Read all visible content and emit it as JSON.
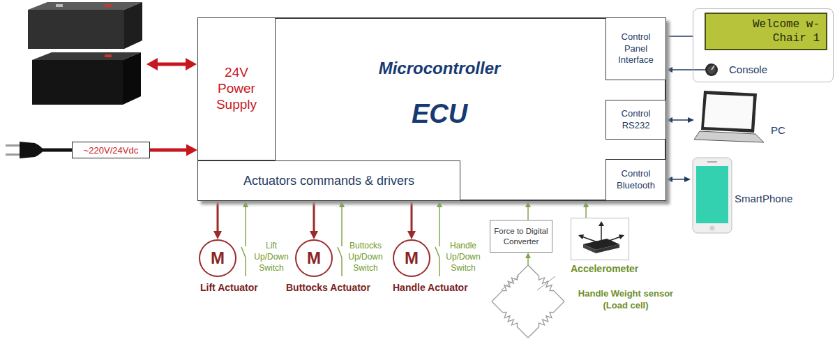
{
  "diagram": {
    "nodes": [
      {
        "text": [
          "Microcontroller",
          "ECU"
        ]
      },
      {
        "text": [
          "24V Power Supply"
        ],
        "in": 0
      },
      {
        "text": [
          "Control Panel Interface"
        ],
        "in": 0
      },
      {
        "text": [
          "Control RS232"
        ],
        "in": 0
      },
      {
        "text": [
          "Control Bluetooth"
        ],
        "in": 0
      },
      {
        "text": [
          "Actuators commands & drivers"
        ],
        "in": 0
      },
      {
        "text": [
          "Console"
        ]
      },
      {
        "text": [
          "Welcome w-Chair 1"
        ],
        "in": 6
      },
      {
        "text": [
          "PC"
        ]
      },
      {
        "text": [
          "SmartPhone"
        ]
      },
      {
        "text": [
          "~220V/24Vdc"
        ]
      },
      {
        "text": [
          "M",
          "Lift Actuator"
        ]
      },
      {
        "text": [
          "Lift Up/Down Switch"
        ]
      },
      {
        "text": [
          "M",
          "Buttocks Actuator"
        ]
      },
      {
        "text": [
          "Buttocks Up/Down Switch"
        ]
      },
      {
        "text": [
          "M",
          "Handle Actuator"
        ]
      },
      {
        "text": [
          "Handle Up/Down Switch"
        ]
      },
      {
        "text": [
          "Force to Digital Converter"
        ]
      },
      {
        "text": [
          "Accelerometer"
        ]
      },
      {
        "text": [
          "Handle Weight sensor (Load cell)"
        ]
      }
    ],
    "edges": [
      {
        "from": 2,
        "to": 7,
        "arrow": "to"
      },
      {
        "from": 6,
        "to": 2,
        "arrow": "to"
      },
      {
        "from": 3,
        "to": 8,
        "arrow": "both"
      },
      {
        "from": 4,
        "to": 9,
        "arrow": "both"
      },
      {
        "from": 10,
        "to": 1,
        "arrow": "to"
      },
      {
        "from": 5,
        "to": 11,
        "arrow": "to"
      },
      {
        "from": 12,
        "to": 5,
        "arrow": "to"
      },
      {
        "from": 5,
        "to": 13,
        "arrow": "to"
      },
      {
        "from": 14,
        "to": 5,
        "arrow": "to"
      },
      {
        "from": 5,
        "to": 15,
        "arrow": "to"
      },
      {
        "from": 16,
        "to": 5,
        "arrow": "to"
      },
      {
        "from": 19,
        "to": 17,
        "arrow": "to"
      },
      {
        "from": 17,
        "to": 0,
        "arrow": "to"
      },
      {
        "from": 18,
        "to": 0,
        "arrow": "to"
      }
    ]
  }
}
